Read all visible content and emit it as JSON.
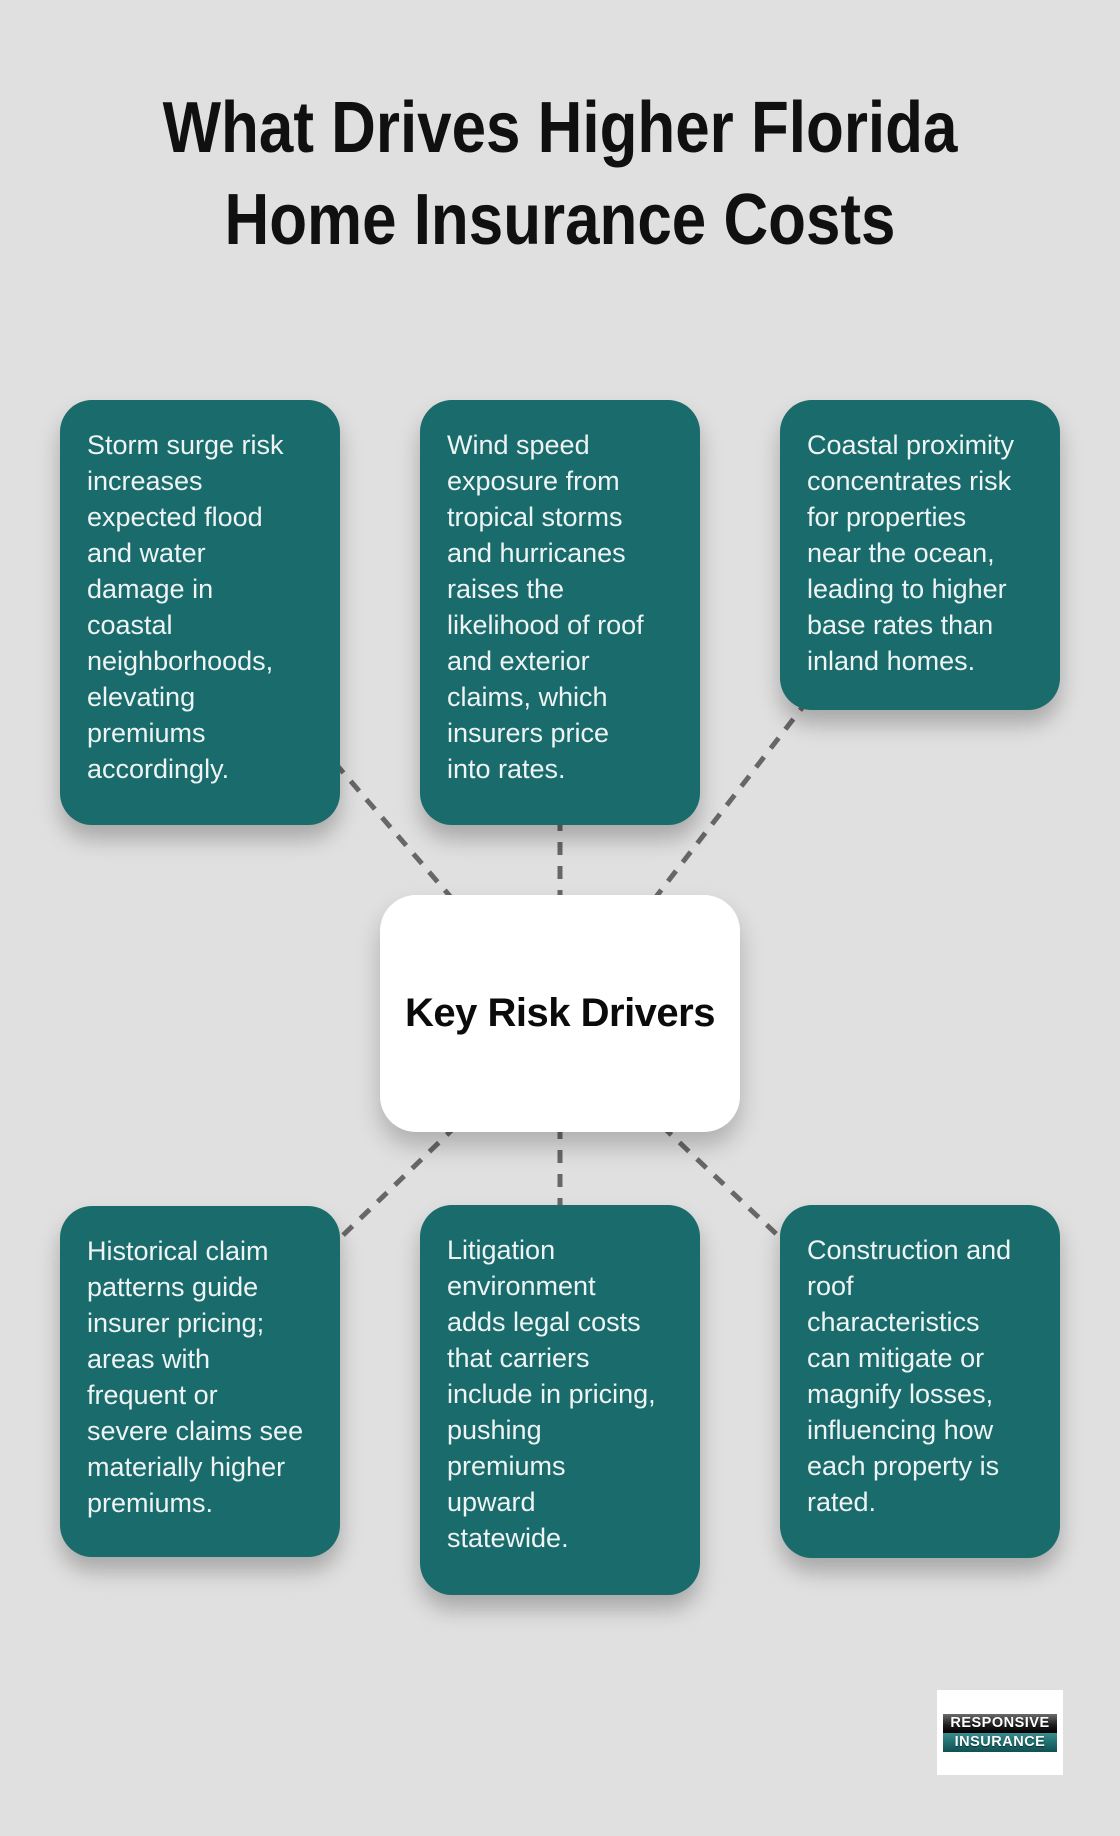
{
  "title": "What Drives Higher Florida\nHome Insurance Costs",
  "center": {
    "label": "Key Risk Drivers"
  },
  "cards": [
    {
      "id": "storm-surge",
      "text": "Storm surge risk\nincreases\nexpected flood\nand water\ndamage in\ncoastal\nneighborhoods,\nelevating\npremiums\naccordingly."
    },
    {
      "id": "wind-speed",
      "text": "Wind speed\nexposure from\ntropical storms\nand hurricanes\nraises the\nlikelihood of roof\nand exterior\nclaims, which\ninsurers price\ninto rates."
    },
    {
      "id": "coastal-proximity",
      "text": "Coastal proximity\nconcentrates risk\nfor properties\nnear the ocean,\nleading to higher\nbase rates than\ninland homes."
    },
    {
      "id": "historical-claims",
      "text": "Historical claim\npatterns guide\ninsurer pricing;\nareas with\nfrequent or\nsevere claims see\nmaterially higher\npremiums."
    },
    {
      "id": "litigation",
      "text": "Litigation\nenvironment\nadds legal costs\nthat carriers\ninclude in pricing,\npushing\npremiums\nupward\nstatewide."
    },
    {
      "id": "construction-roof",
      "text": "Construction and\nroof\ncharacteristics\ncan mitigate or\nmagnify losses,\ninfluencing how\neach property is\nrated."
    }
  ],
  "logo": {
    "line1": "RESPONSIVE",
    "line2": "INSURANCE"
  },
  "colors": {
    "background": "#e0e0e0",
    "card_teal": "#1a6b6c",
    "card_text": "#eef3f3",
    "connector_gray": "#676767",
    "title_black": "#101010",
    "center_bg": "#ffffff"
  }
}
